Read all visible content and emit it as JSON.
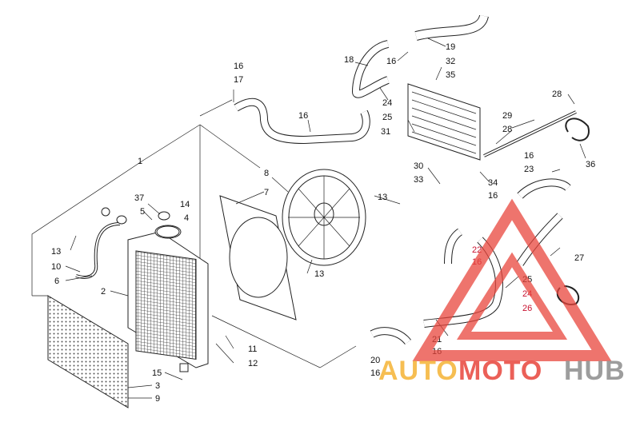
{
  "callouts": [
    {
      "id": "c1",
      "text": "1"
    },
    {
      "id": "c2",
      "text": "2"
    },
    {
      "id": "c3",
      "text": "3"
    },
    {
      "id": "c4",
      "text": "4"
    },
    {
      "id": "c5",
      "text": "5"
    },
    {
      "id": "c6",
      "text": "6"
    },
    {
      "id": "c7",
      "text": "7"
    },
    {
      "id": "c8",
      "text": "8"
    },
    {
      "id": "c9",
      "text": "9"
    },
    {
      "id": "c10",
      "text": "10"
    },
    {
      "id": "c11",
      "text": "11"
    },
    {
      "id": "c12",
      "text": "12"
    },
    {
      "id": "c13a",
      "text": "13"
    },
    {
      "id": "c13b",
      "text": "13"
    },
    {
      "id": "c13c",
      "text": "13"
    },
    {
      "id": "c14",
      "text": "14"
    },
    {
      "id": "c15",
      "text": "15"
    },
    {
      "id": "c16a",
      "text": "16"
    },
    {
      "id": "c16b",
      "text": "16"
    },
    {
      "id": "c16c",
      "text": "16"
    },
    {
      "id": "c16d",
      "text": "16"
    },
    {
      "id": "c16e",
      "text": "16"
    },
    {
      "id": "c16f",
      "text": "16"
    },
    {
      "id": "c16g",
      "text": "16"
    },
    {
      "id": "c16h",
      "text": "16"
    },
    {
      "id": "c17",
      "text": "17"
    },
    {
      "id": "c18",
      "text": "18"
    },
    {
      "id": "c19",
      "text": "19"
    },
    {
      "id": "c20",
      "text": "20"
    },
    {
      "id": "c21",
      "text": "21"
    },
    {
      "id": "c22",
      "text": "22"
    },
    {
      "id": "c23",
      "text": "23"
    },
    {
      "id": "c24a",
      "text": "24"
    },
    {
      "id": "c24b",
      "text": "24"
    },
    {
      "id": "c25a",
      "text": "25"
    },
    {
      "id": "c25b",
      "text": "25"
    },
    {
      "id": "c26",
      "text": "26"
    },
    {
      "id": "c27",
      "text": "27"
    },
    {
      "id": "c28a",
      "text": "28"
    },
    {
      "id": "c28b",
      "text": "28"
    },
    {
      "id": "c29",
      "text": "29"
    },
    {
      "id": "c30",
      "text": "30"
    },
    {
      "id": "c31",
      "text": "31"
    },
    {
      "id": "c32",
      "text": "32"
    },
    {
      "id": "c33",
      "text": "33"
    },
    {
      "id": "c34",
      "text": "34"
    },
    {
      "id": "c35",
      "text": "35"
    },
    {
      "id": "c36",
      "text": "36"
    },
    {
      "id": "c37",
      "text": "37"
    }
  ],
  "watermark": {
    "part1": "AUTO",
    "part2": "MOTO",
    "part3": "HUB",
    "colors": {
      "red": "#e8453c",
      "orange": "#f5b335",
      "gray": "#8c8c8c"
    }
  }
}
